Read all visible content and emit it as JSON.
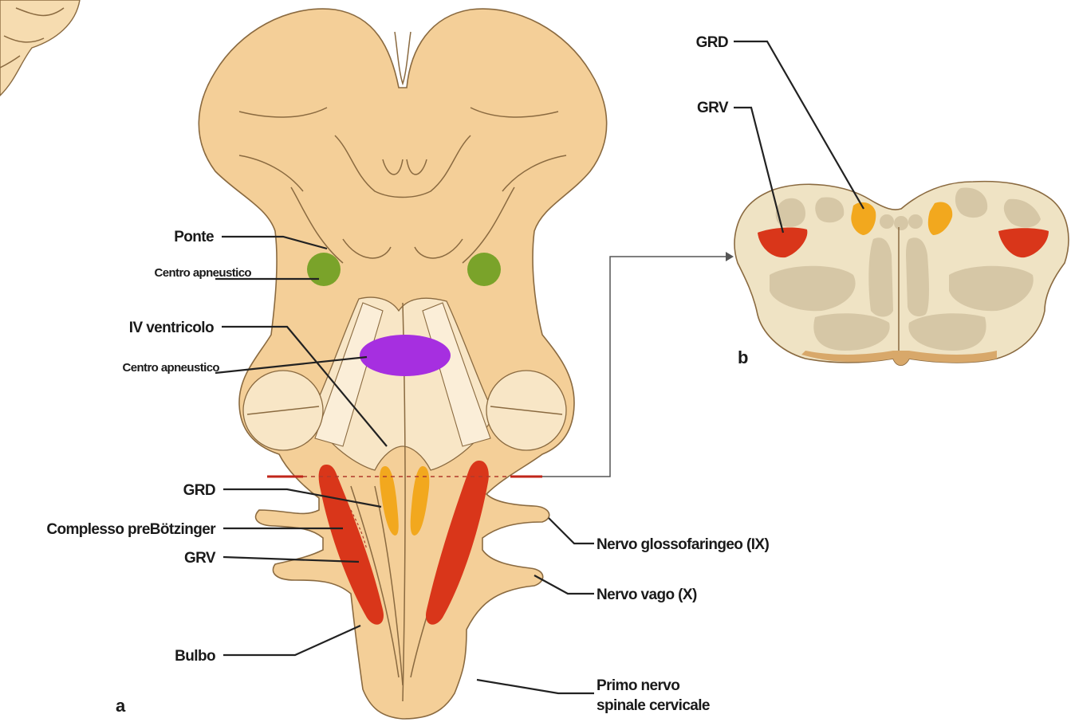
{
  "diagram": {
    "panel_a": {
      "panel_letter": "a",
      "labels": {
        "ponte": "Ponte",
        "centro_apneustico_1": "Centro apneustico",
        "iv_ventricolo": "IV ventricolo",
        "centro_apneustico_2": "Centro apneustico",
        "grd": "GRD",
        "complesso": "Complesso preBötzinger",
        "grv": "GRV",
        "bulbo": "Bulbo",
        "nervo_glosso": "Nervo glossofaringeo (IX)",
        "nervo_vago": "Nervo vago (X)",
        "primo_nervo_line1": "Primo nervo",
        "primo_nervo_line2": "spinale cervicale"
      }
    },
    "panel_b": {
      "panel_letter": "b",
      "labels": {
        "grd": "GRD",
        "grv": "GRV"
      }
    },
    "colors": {
      "tissue": "#f4cf98",
      "tissue_light": "#f8e6c6",
      "section_tissue": "#efe3c4",
      "section_grey": "#d6c7a6",
      "apneustic_green": "#7aa32a",
      "apneustic_purple": "#a62fe0",
      "grd_orange": "#f2a81e",
      "grv_red": "#d9361a",
      "leader_line": "#222222"
    }
  }
}
